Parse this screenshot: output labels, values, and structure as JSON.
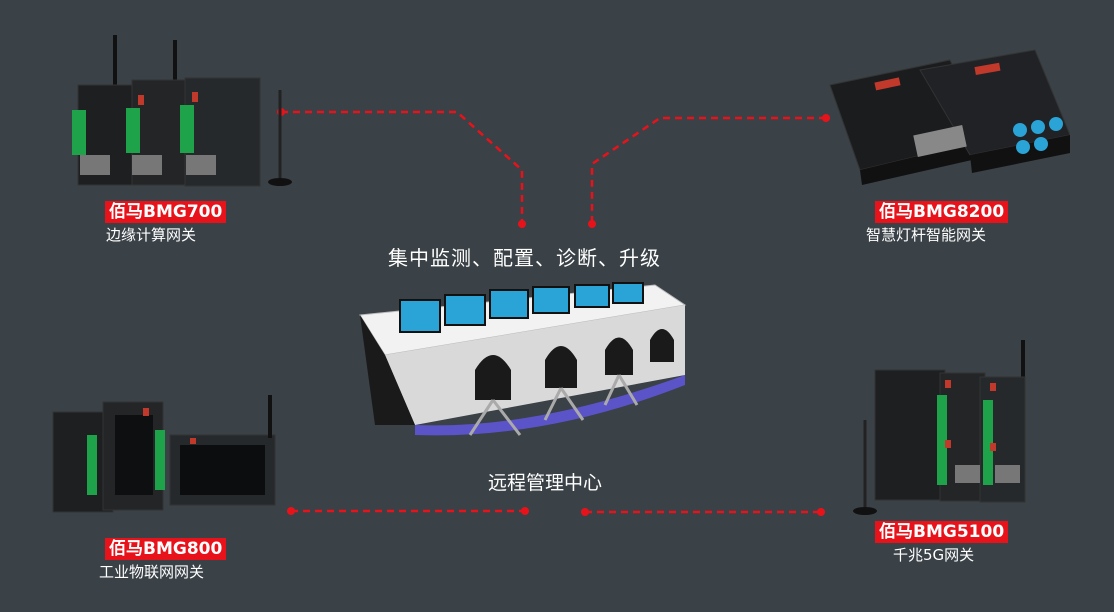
{
  "center": {
    "title": "集中监测、配置、诊断、升级",
    "label": "远程管理中心"
  },
  "devices": {
    "bmg700": {
      "model": "佰马BMG700",
      "desc": "边缘计算网关"
    },
    "bmg8200": {
      "model": "佰马BMG8200",
      "desc": "智慧灯杆智能网关"
    },
    "bmg800": {
      "model": "佰马BMG800",
      "desc": "工业物联网网关"
    },
    "bmg5100": {
      "model": "佰马BMG5100",
      "desc": "千兆5G网关"
    }
  },
  "colors": {
    "background": "#3a4147",
    "accent_red": "#e8131a",
    "line_red": "#e8131a"
  }
}
